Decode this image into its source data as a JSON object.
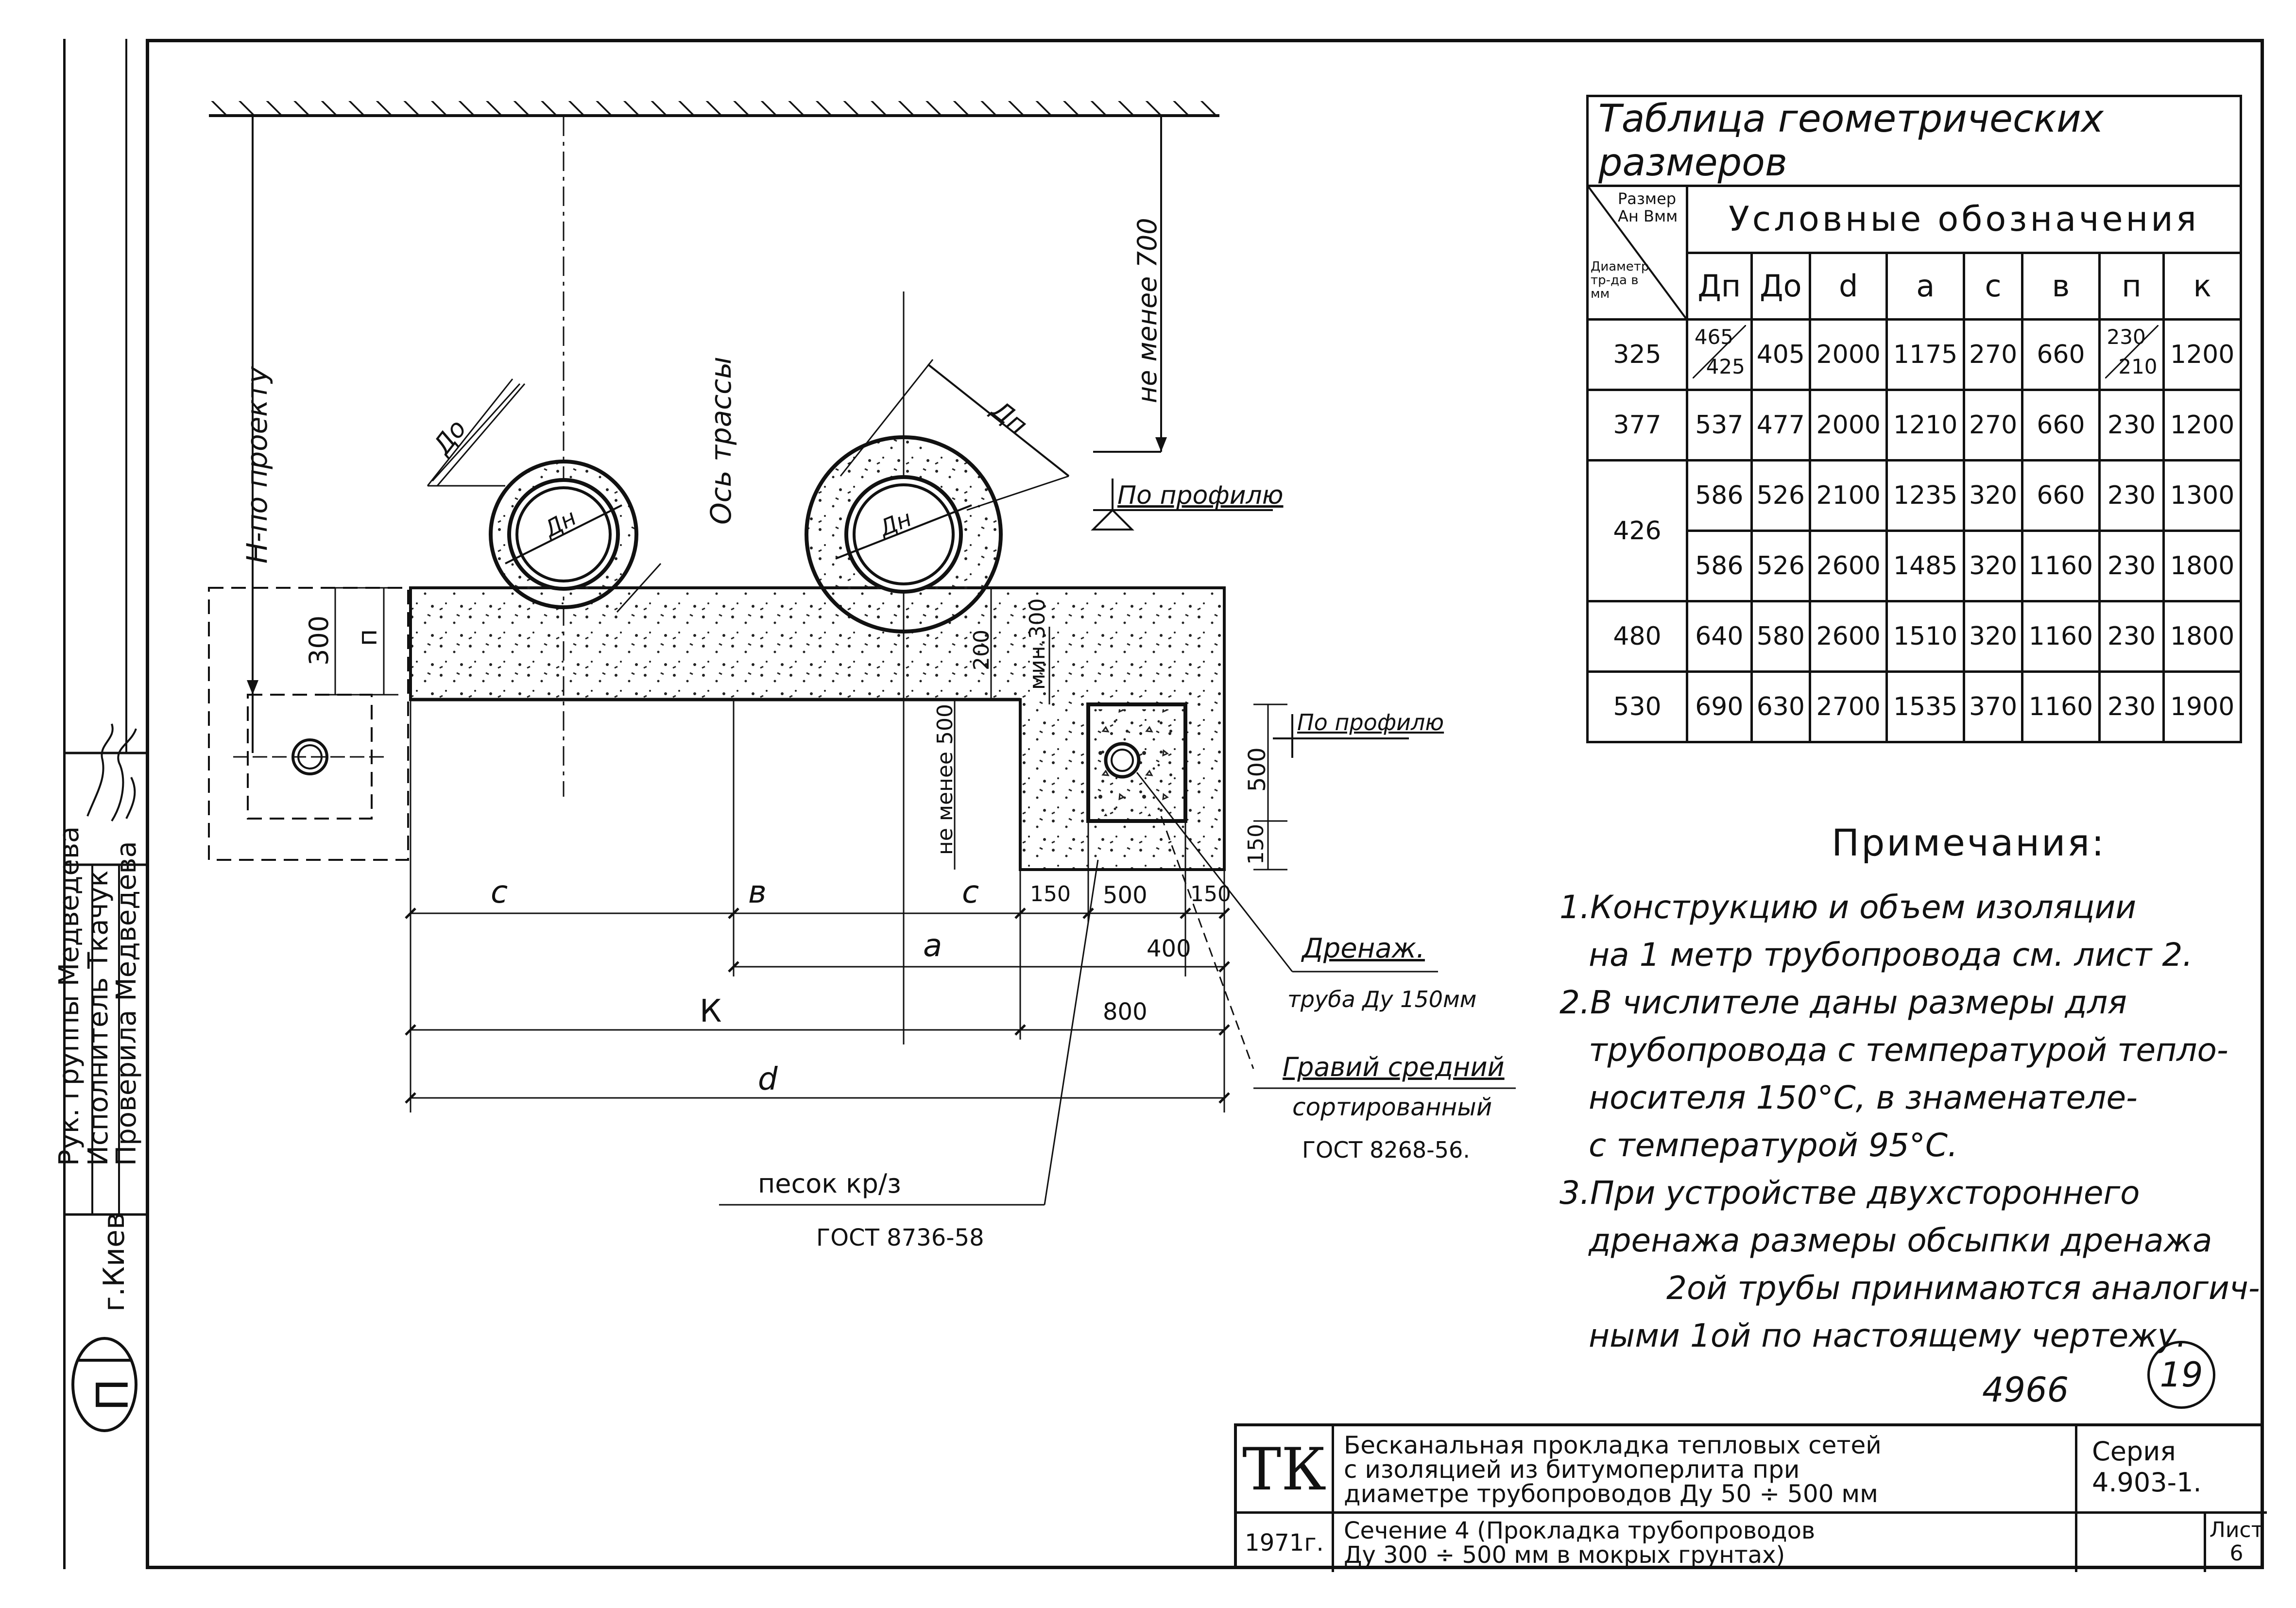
{
  "drawing": {
    "labels": {
      "h_project": "H-по проекту",
      "track_axis": "Ось трассы",
      "not_less_700": "не менее 700",
      "by_profile_1": "По профилю",
      "by_profile_2": "По профилю",
      "d_o": "Дo",
      "d_n_left": "Дн",
      "d_p": "Дп",
      "d_n_right": "Дн",
      "min_300": "мин.300",
      "not_less_500": "не менее 500",
      "drainage": "Дренаж.",
      "drain_pipe": "труба Ду 150мм",
      "gravel_1": "Гравий средний",
      "gravel_2": "сортированный",
      "gravel_3": "ГОСТ 8268-56.",
      "sand_1": "песок  кр/з",
      "sand_2": "ГОСТ  8736-58"
    },
    "dims": {
      "h300": "300",
      "n": "п",
      "d200": "200",
      "d500": "500",
      "d150v": "150",
      "c_left": "с",
      "b": "в",
      "c_right": "с",
      "d150a": "150",
      "d500h": "500",
      "d150b": "150",
      "a": "а",
      "d400": "400",
      "K": "К",
      "d800": "800",
      "d": "d"
    }
  },
  "table": {
    "title": "Таблица геометрических размеров",
    "corner_top": "Размер Ан Вмм",
    "corner_bottom": "Диаметр тр-да в мм",
    "group_header": "Условные обозначения",
    "columns": [
      "Дп",
      "Дo",
      "d",
      "a",
      "c",
      "в",
      "п",
      "к"
    ],
    "rows": [
      {
        "dia": "325",
        "dp_num": "465",
        "dp_den": "425",
        "do": "405",
        "d": "2000",
        "a": "1175",
        "c": "270",
        "b": "660",
        "n_num": "230",
        "n_den": "210",
        "k": "1200"
      },
      {
        "dia": "377",
        "dp": "537",
        "do": "477",
        "d": "2000",
        "a": "1210",
        "c": "270",
        "b": "660",
        "n": "230",
        "k": "1200"
      },
      {
        "dia": "426",
        "dp": "586",
        "do": "526",
        "d": "2100",
        "a": "1235",
        "c": "320",
        "b": "660",
        "n": "230",
        "k": "1300"
      },
      {
        "dp": "586",
        "do": "526",
        "d": "2600",
        "a": "1485",
        "c": "320",
        "b": "1160",
        "n": "230",
        "k": "1800"
      },
      {
        "dia": "480",
        "dp": "640",
        "do": "580",
        "d": "2600",
        "a": "1510",
        "c": "320",
        "b": "1160",
        "n": "230",
        "k": "1800"
      },
      {
        "dia": "530",
        "dp": "690",
        "do": "630",
        "d": "2700",
        "a": "1535",
        "c": "370",
        "b": "1160",
        "n": "230",
        "k": "1900"
      }
    ]
  },
  "notes": {
    "title": "Примечания:",
    "lines": [
      "1.Конструкцию и объем изоляции",
      "на 1 метр трубопровода см. лист 2.",
      "2.В числителе даны размеры для",
      "трубопровода с температурой тепло-",
      "носителя 150°С, в знаменателе-",
      "с температурой 95°С.",
      "3.При устройстве двухстороннего",
      "дренажа размеры обсыпки дренажа",
      "2ой трубы принимаются аналогич-",
      "ными 1ой по настоящему чертежу."
    ],
    "sheet_circle": "19",
    "doc_number": "4966"
  },
  "title_block": {
    "org": "ТК",
    "year": "1971г.",
    "title_1": "Бесканальная прокладка тепловых сетей",
    "title_2": "с изоляцией из битумоперлита при",
    "title_3": "диаметре трубопроводов Ду 50 ÷ 500 мм",
    "subtitle_1": "Сечение 4 (Прокладка трубопроводов",
    "subtitle_2": "Ду 300 ÷ 500 мм в мокрых грунтах)",
    "series_label": "Серия",
    "series_value": "4.903-1.",
    "sheet_label": "Лист",
    "sheet_value": "6"
  },
  "side_stamp": {
    "group": "Рук. группы",
    "group_name": "Медведева",
    "executor": "Исполнитель",
    "executor_name": "Ткачук",
    "checker": "Проверила",
    "checker_name": "Медведева",
    "city": "г.Киев",
    "logo": "П"
  }
}
